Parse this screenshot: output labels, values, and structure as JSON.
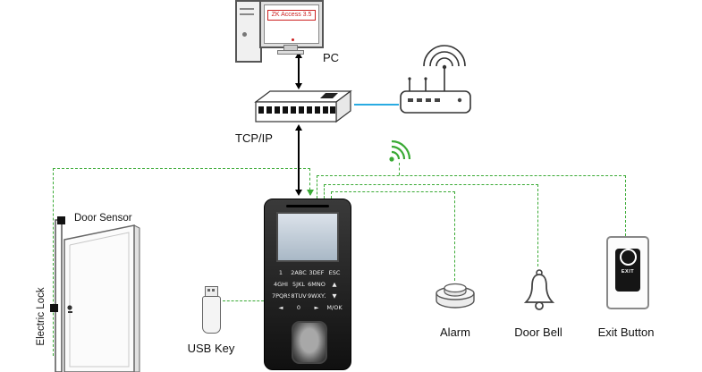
{
  "labels": {
    "pc": "PC",
    "tcpip": "TCP/IP",
    "door_sensor": "Door Sensor",
    "electric_lock": "Electric Lock",
    "usb_key": "USB Key",
    "alarm": "Alarm",
    "door_bell": "Door Bell",
    "exit_button": "Exit Button"
  },
  "pc": {
    "screen_text": "ZK Access 3.5"
  },
  "exit_button": {
    "button_text": "EXIT"
  },
  "terminal": {
    "keypad": [
      [
        "1",
        "2ABC",
        "3DEF",
        "ESC"
      ],
      [
        "4GHI",
        "5JKL",
        "6MNO",
        "▲"
      ],
      [
        "7PQRS",
        "8TUV",
        "9WXYZ",
        "▼"
      ],
      [
        "◄",
        "0",
        "►",
        "M/OK"
      ]
    ]
  },
  "icons": {
    "wifi_signal": "wireless-arcs",
    "router_antenna": "radio-waves",
    "alarm": "siren",
    "door_bell": "bell",
    "fingerprint": "fingerprint-scanner"
  },
  "colors": {
    "connection_green": "#3aaa35",
    "ethernet_blue": "#29abe2",
    "line_black": "#000000",
    "accent_red": "#cc2222"
  }
}
